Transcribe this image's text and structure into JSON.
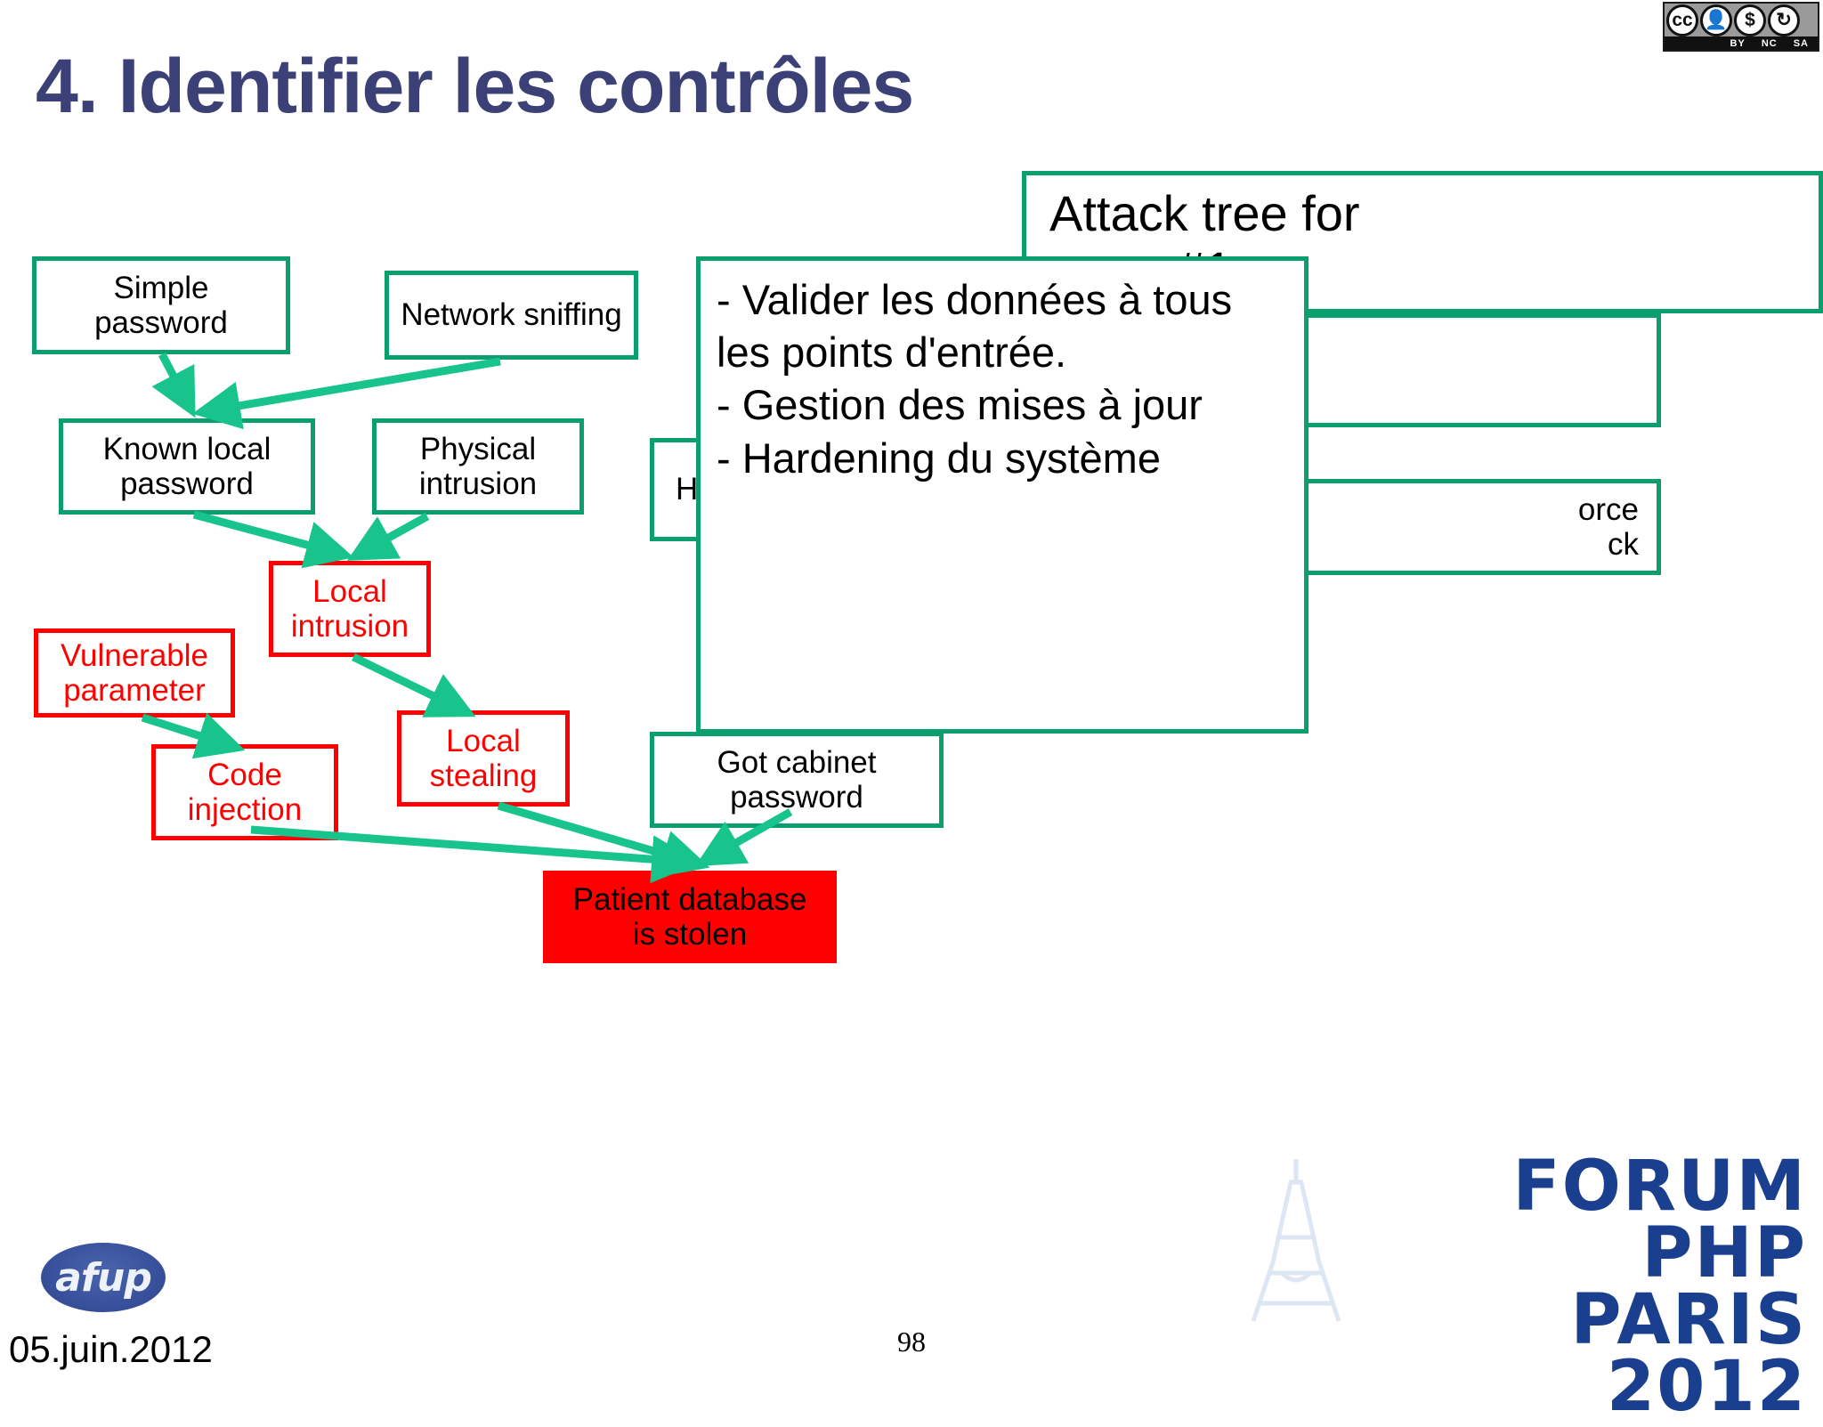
{
  "slide": {
    "title": "4. Identifier les contrôles",
    "date": "05.juin.2012",
    "number": "98"
  },
  "license": {
    "name": "cc-by-nc-sa-badge",
    "mark": "cc",
    "terms": [
      "BY",
      "NC",
      "SA"
    ],
    "glyphs": [
      "cc",
      "by-person-icon",
      "nc-nodollar-icon",
      "sa-share-alike-icon"
    ]
  },
  "diagram": {
    "heading": "Attack tree for\n#1",
    "colors": {
      "green_border": "#0b9e6e",
      "red_border": "#ff0000",
      "goal_fill": "#ff0000",
      "arrow": "#18c48c",
      "title": "#3b4077"
    },
    "nodes": [
      {
        "id": "simple-password",
        "label": "Simple\npassword",
        "style": "green"
      },
      {
        "id": "network-sniffing",
        "label": "Network sniffing",
        "style": "green"
      },
      {
        "id": "known-local-password",
        "label": "Known local\npassword",
        "style": "green"
      },
      {
        "id": "physical-intrusion",
        "label": "Physical\nintrusion",
        "style": "green"
      },
      {
        "id": "local-intrusion",
        "label": "Local\nintrusion",
        "style": "red"
      },
      {
        "id": "vulnerable-parameter",
        "label": "Vulnerable\nparameter",
        "style": "red"
      },
      {
        "id": "code-injection",
        "label": "Code\ninjection",
        "style": "red"
      },
      {
        "id": "local-stealing",
        "label": "Local\nstealing",
        "style": "red"
      },
      {
        "id": "hidden-h-node",
        "label": "H",
        "style": "green"
      },
      {
        "id": "got-cabinet-password",
        "label": "Got cabinet\npassword",
        "style": "green"
      },
      {
        "id": "brute-force-attack",
        "label": "orce\nck",
        "style": "green"
      },
      {
        "id": "patient-database-stolen",
        "label": "Patient database\nis stolen",
        "style": "goal"
      }
    ]
  },
  "callout": {
    "name": "controls-callout",
    "lines": [
      "- Valider les données à tous les points d'entrée.",
      "- Gestion des mises à jour",
      "- Hardening du système"
    ]
  },
  "branding": {
    "afup": "afup",
    "forum_line1": "FORUM PHP",
    "forum_line2": "PARIS 2012"
  }
}
